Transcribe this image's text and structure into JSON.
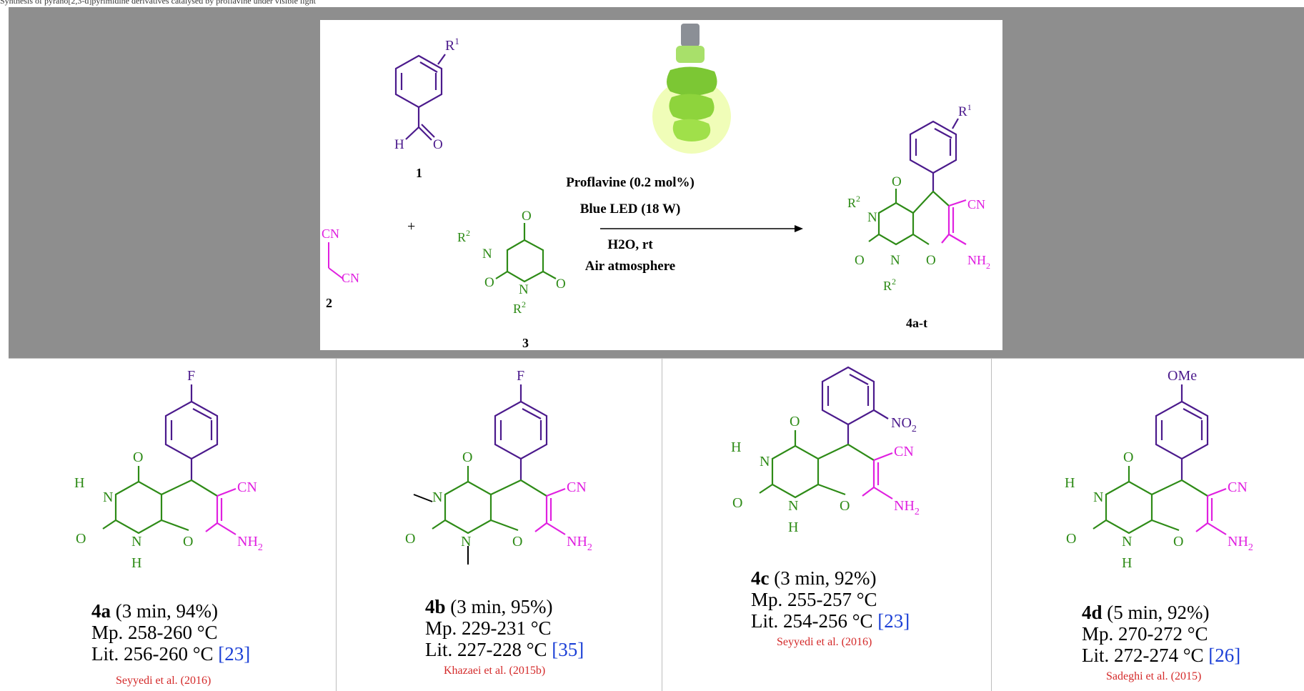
{
  "top_text": "Synthesis of pyrano[2,3-d]pyrimidine derivatives catalysed by proflavine under visible light",
  "scheme": {
    "reagent1": "1",
    "reagent2": "2",
    "reagent3": "3",
    "product": "4a-t",
    "plus": "+",
    "conditions": [
      "Proflavine (0.2 mol%)",
      "Blue LED (18 W)",
      "H2O, rt",
      "Air atmosphere"
    ],
    "labels": {
      "r1": "R",
      "r1_sup": "1",
      "r2": "R",
      "r2_sup": "2",
      "cn": "CN",
      "nh2": "NH",
      "h": "H",
      "o": "O",
      "n": "N"
    }
  },
  "compounds": [
    {
      "id": "4a",
      "conditions": "(3 min, 94%)",
      "mp": "Mp. 258-260 °C",
      "lit": "Lit. 256-260 °C",
      "ref": "[23]",
      "cite": "Seyyedi et al. (2016)",
      "substituent": "F",
      "n_sub": "H"
    },
    {
      "id": "4b",
      "conditions": "(3 min, 95%)",
      "mp": "Mp. 229-231 °C",
      "lit": "Lit. 227-228 °C",
      "ref": "[35]",
      "cite": "Khazaei et al. (2015b)",
      "substituent": "F",
      "n_sub": "Me"
    },
    {
      "id": "4c",
      "conditions": "(3 min, 92%)",
      "mp": "Mp. 255-257 °C",
      "lit": "Lit. 254-256 °C",
      "ref": "[23]",
      "cite": "Seyyedi et al. (2016)",
      "substituent": "NO",
      "n_sub": "H"
    },
    {
      "id": "4d",
      "conditions": "(5 min, 92%)",
      "mp": "Mp. 270-272 °C",
      "lit": "Lit. 272-274 °C",
      "ref": "[26]",
      "cite": "Sadeghi et al. (2015)",
      "substituent": "OMe",
      "n_sub": "H"
    }
  ],
  "colors": {
    "purple": "#4b1a8c",
    "green": "#2e8b17",
    "magenta": "#e020e0",
    "ref_blue": "#1b3fd6",
    "cite_red": "#d42a2a"
  }
}
